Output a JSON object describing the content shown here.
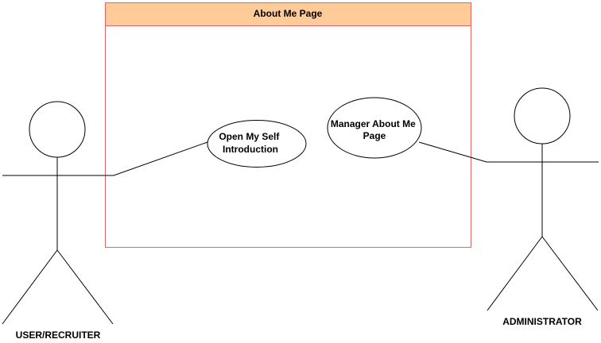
{
  "system": {
    "title": "About Me Page"
  },
  "actors": {
    "user": {
      "label": "USER/RECRUITER"
    },
    "admin": {
      "label": "ADMINISTRATOR"
    }
  },
  "use_cases": {
    "open_intro": {
      "line1": "Open My Self",
      "line2": "Introduction"
    },
    "manage_about": {
      "line1": "Manager About Me",
      "line2": "Page"
    }
  },
  "colors": {
    "boundary_stroke": "#E06666",
    "header_fill": "#FFCC99",
    "line": "#000000"
  }
}
